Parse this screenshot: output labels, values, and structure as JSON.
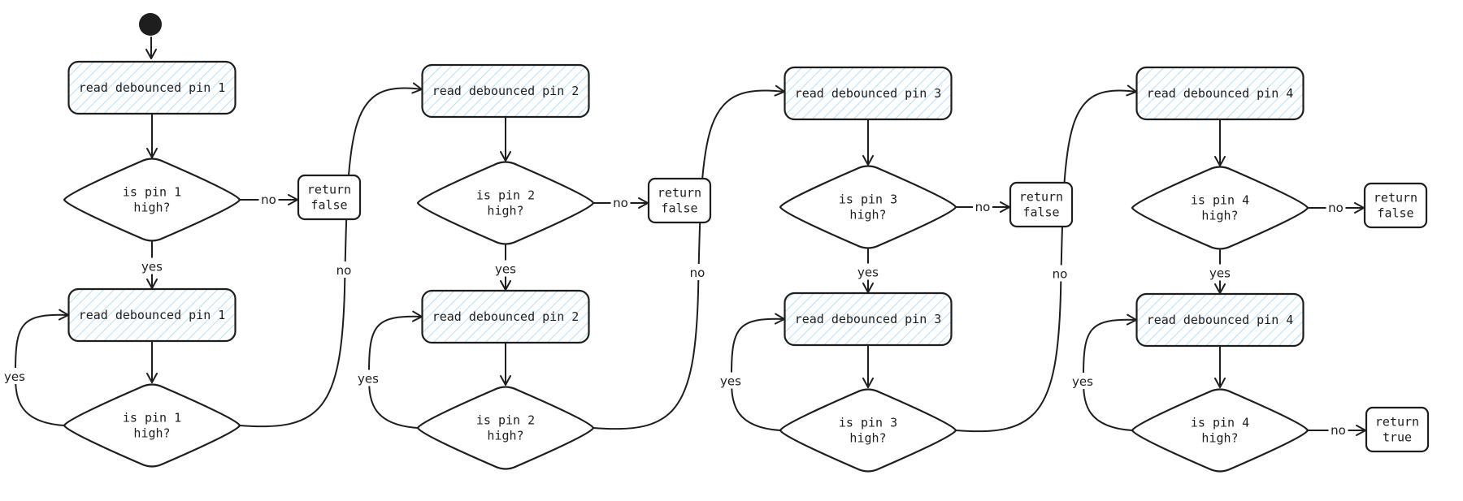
{
  "diagram": {
    "colors": {
      "stroke": "#1e1e1e",
      "hatch": "#a5d8ff",
      "background": "#ffffff",
      "start_dot": "#1e1e1e"
    },
    "start_node": "start-node",
    "columns": [
      {
        "read_top": "read debounced pin 1",
        "decision_top": [
          "is pin 1",
          "high?"
        ],
        "no_top": "no",
        "return_top": [
          "return",
          "false"
        ],
        "yes_down": "yes",
        "read_bottom": "read debounced pin 1",
        "decision_bottom": [
          "is pin 1",
          "high?"
        ],
        "loop_yes": "yes",
        "exit_no": "no"
      },
      {
        "read_top": "read debounced pin 2",
        "decision_top": [
          "is pin 2",
          "high?"
        ],
        "no_top": "no",
        "return_top": [
          "return",
          "false"
        ],
        "yes_down": "yes",
        "read_bottom": "read debounced pin 2",
        "decision_bottom": [
          "is pin 2",
          "high?"
        ],
        "loop_yes": "yes",
        "exit_no": "no"
      },
      {
        "read_top": "read debounced pin 3",
        "decision_top": [
          "is pin 3",
          "high?"
        ],
        "no_top": "no",
        "return_top": [
          "return",
          "false"
        ],
        "yes_down": "yes",
        "read_bottom": "read debounced pin 3",
        "decision_bottom": [
          "is pin 3",
          "high?"
        ],
        "loop_yes": "yes",
        "exit_no": "no"
      },
      {
        "read_top": "read debounced pin 4",
        "decision_top": [
          "is pin 4",
          "high?"
        ],
        "no_top": "no",
        "return_top": [
          "return",
          "false"
        ],
        "yes_down": "yes",
        "read_bottom": "read debounced pin 4",
        "decision_bottom": [
          "is pin 4",
          "high?"
        ],
        "loop_yes": "yes",
        "exit_no": "no"
      }
    ],
    "final_return": [
      "return",
      "true"
    ]
  }
}
